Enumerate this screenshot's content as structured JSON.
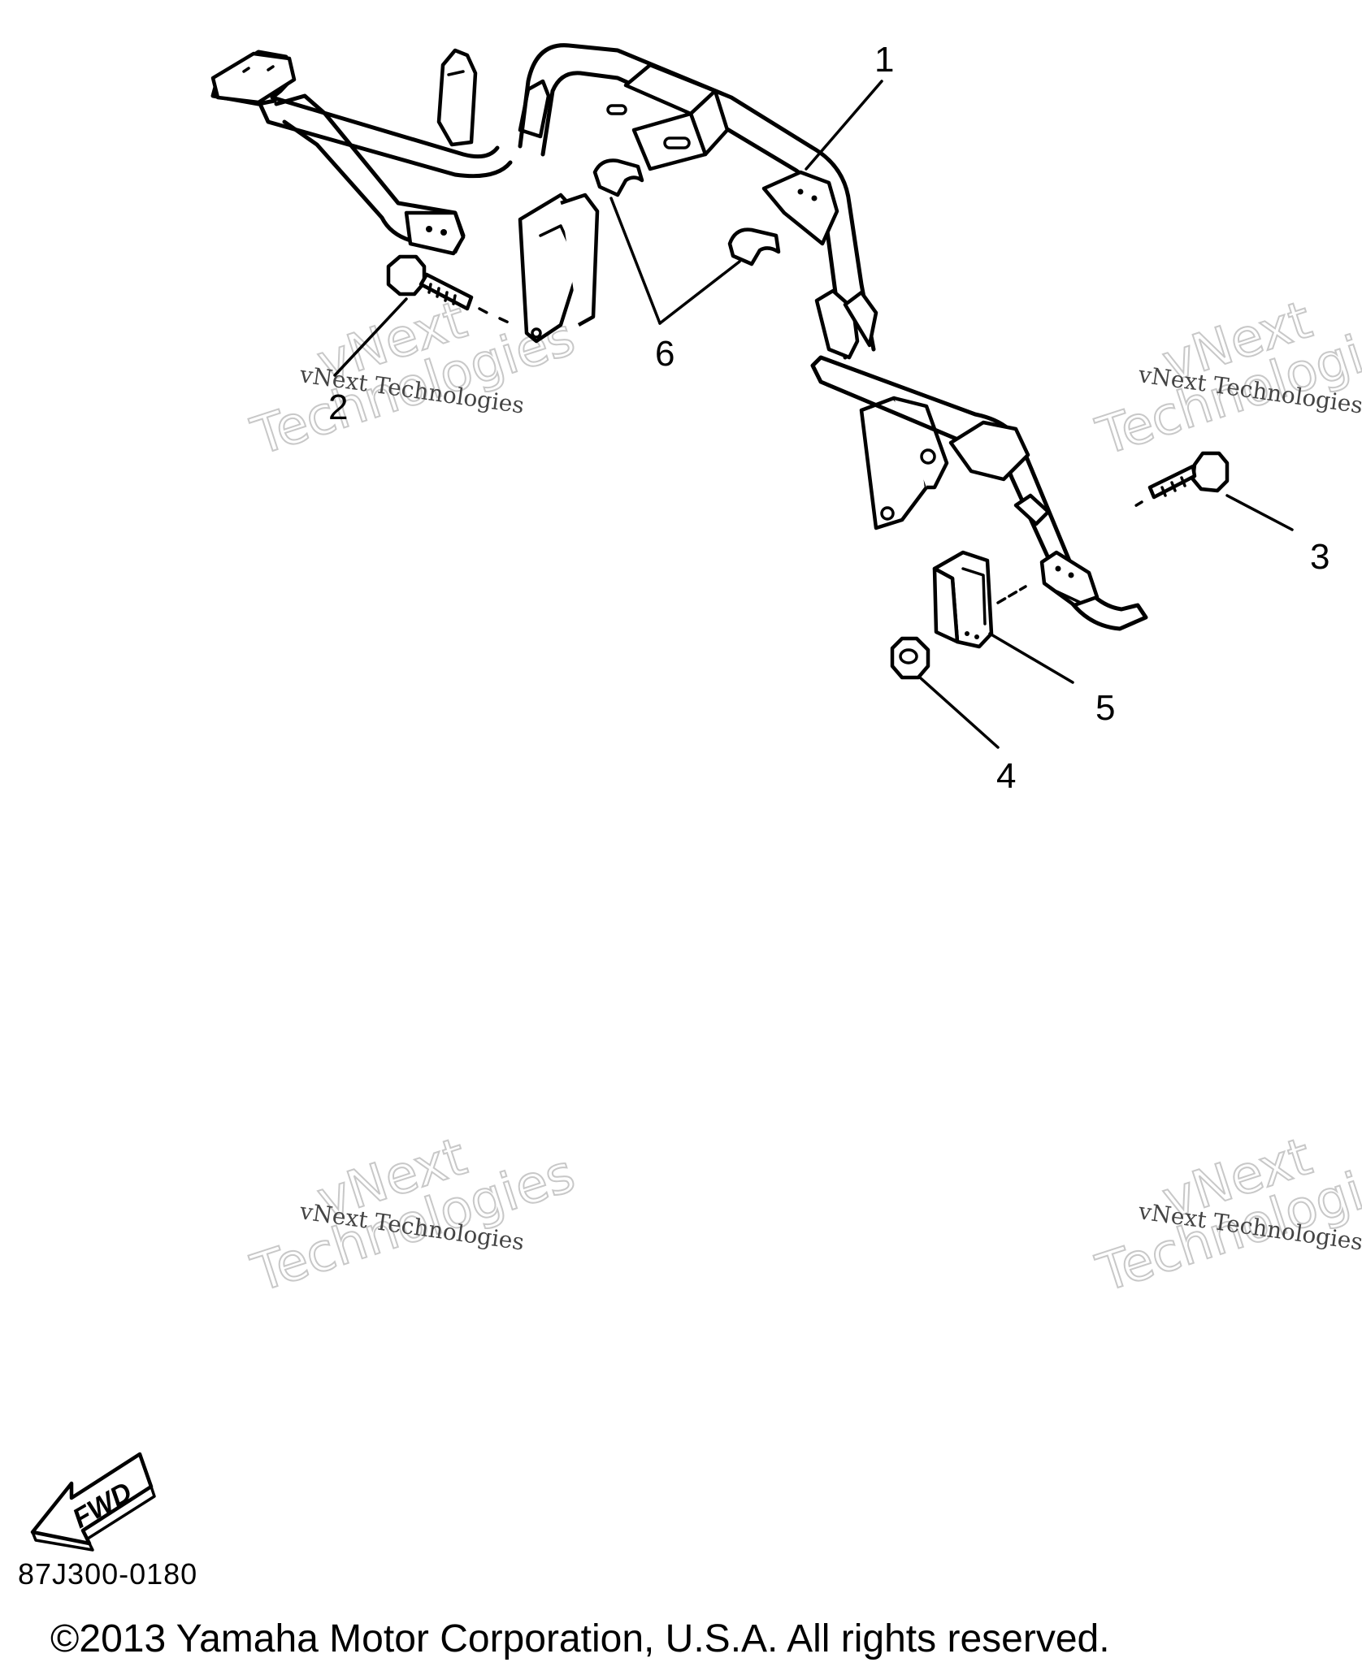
{
  "diagram": {
    "callouts": [
      "1",
      "2",
      "3",
      "4",
      "5",
      "6"
    ],
    "fwd_label": "FWD",
    "drawing_number": "87J300-0180",
    "copyright": "©2013 Yamaha Motor Corporation, U.S.A. All rights reserved."
  },
  "watermark": {
    "small_text": "vNext Technologies",
    "big_line1": "vNext",
    "big_line2": "Technologies"
  },
  "colors": {
    "line": "#000000",
    "background": "#ffffff",
    "watermark_outline": "#c8c8c8"
  }
}
